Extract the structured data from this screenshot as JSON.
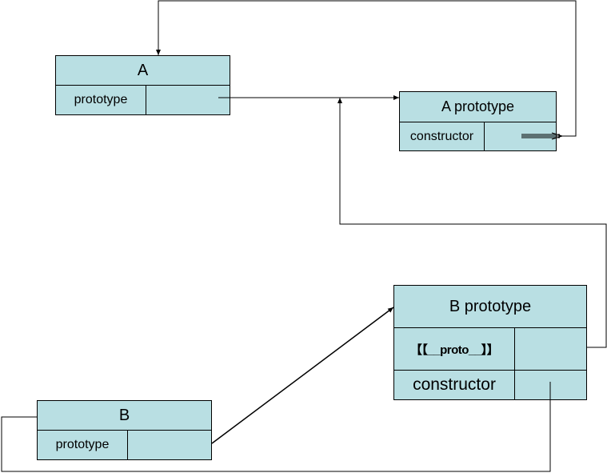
{
  "colors": {
    "fill": "#b9dfe3",
    "stroke": "#000000",
    "background": "#ffffff"
  },
  "boxA": {
    "title": "A",
    "slot_label": "prototype"
  },
  "boxAProto": {
    "title": "A prototype",
    "slot_label": "constructor"
  },
  "boxBProto": {
    "title": "B prototype",
    "proto_label": "【【__proto__】】",
    "slot_label": "constructor"
  },
  "boxB": {
    "title": "B",
    "slot_label": "prototype"
  }
}
